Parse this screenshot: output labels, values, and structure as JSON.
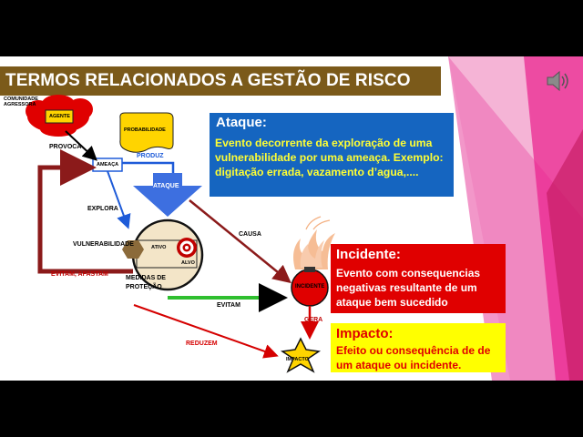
{
  "slide": {
    "title": "TERMOS RELACIONADOS A GESTÃO DE RISCO",
    "icons": [
      "speaker-icon"
    ],
    "colors": {
      "title_bar": "#7b5a1a",
      "ataque_box": "#1565c0",
      "incidente_box": "#e00000",
      "impacto_box": "#ffff00",
      "pink_deco": "#e91e8c"
    }
  },
  "diagram": {
    "comunidade_label": "COMUNIDADE AGRESSORA",
    "agente": "AGENTE",
    "probabilidade": "PROBABILIDADE",
    "provoca": "PROVOCA",
    "ameaca": "AMEAÇA",
    "produz": "PRODUZ",
    "ataque_arrow": "ATAQUE",
    "explora": "EXPLORA",
    "vulnerabilidade": "VULNERABILIDADE",
    "ativo": "ATIVO",
    "alvo": "ALVO",
    "causa": "CAUSA",
    "evitam_afastam": "EVITAM, AFASTAM",
    "medidas_line1": "MEDIDAS DE",
    "medidas_line2": "PROTEÇÃO",
    "evitam": "EVITAM",
    "incidente_node": "INCIDENTE",
    "gera": "GERA",
    "reduzem": "REDUZEM",
    "impacto_node": "IMPACTO"
  },
  "ataque_box": {
    "title": "Ataque:",
    "description": "Evento decorrente da exploração de uma vulnerabilidade por uma ameaça. Exemplo: digitação errada, vazamento d’agua,...."
  },
  "incidente_box": {
    "title": "Incidente:",
    "description": "Evento com consequencias negativas resultante de um ataque bem sucedido"
  },
  "impacto_box": {
    "title": "Impacto:",
    "description": "Efeito ou consequência  de de um ataque ou incidente."
  }
}
